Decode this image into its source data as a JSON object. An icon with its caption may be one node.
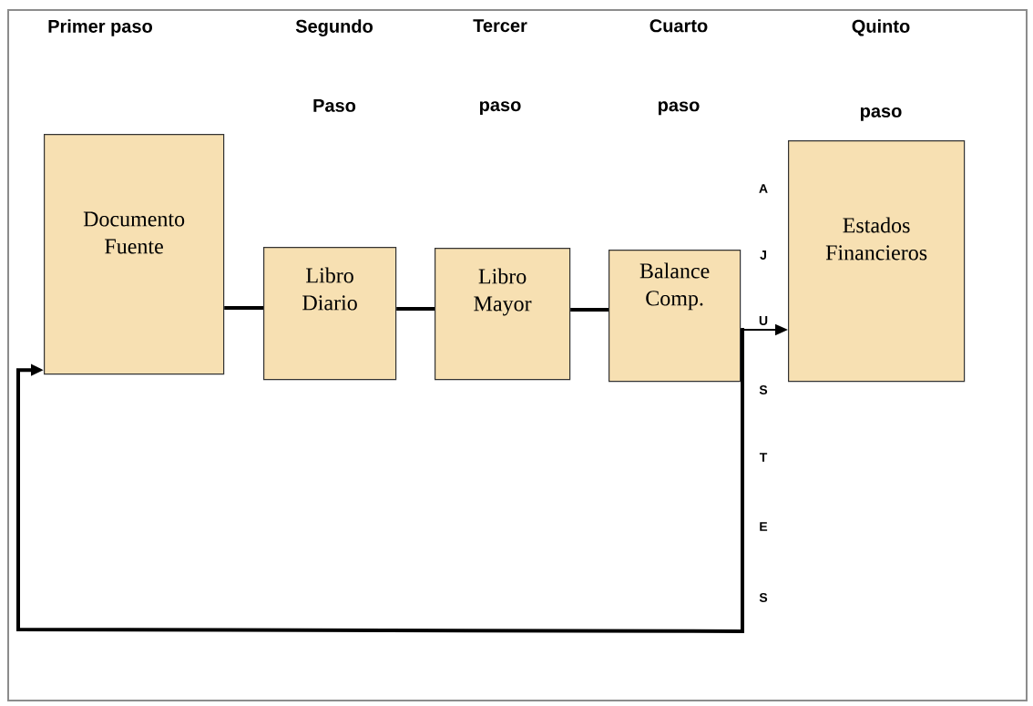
{
  "diagram": {
    "nodes": [
      {
        "text": [
          "Documento Fuente"
        ]
      },
      {
        "text": [
          "Libro Diario"
        ]
      },
      {
        "text": [
          "Libro Mayor"
        ]
      },
      {
        "text": [
          "Balance Comp."
        ]
      },
      {
        "text": [
          "Estados Financieros"
        ]
      }
    ],
    "edges": [
      {
        "from": 0,
        "to": 1,
        "arrow": "none"
      },
      {
        "from": 1,
        "to": 2,
        "arrow": "none"
      },
      {
        "from": 2,
        "to": 3,
        "arrow": "none"
      },
      {
        "from": 3,
        "to": 4,
        "arrow": "to"
      },
      {
        "from": 3,
        "to": 0,
        "arrow": "to"
      }
    ],
    "labels": [
      "Primer paso",
      "Segundo Paso",
      "Tercer paso",
      "Cuarto paso",
      "Quinto paso",
      "A",
      "J",
      "U",
      "S",
      "T",
      "E",
      "S"
    ]
  }
}
